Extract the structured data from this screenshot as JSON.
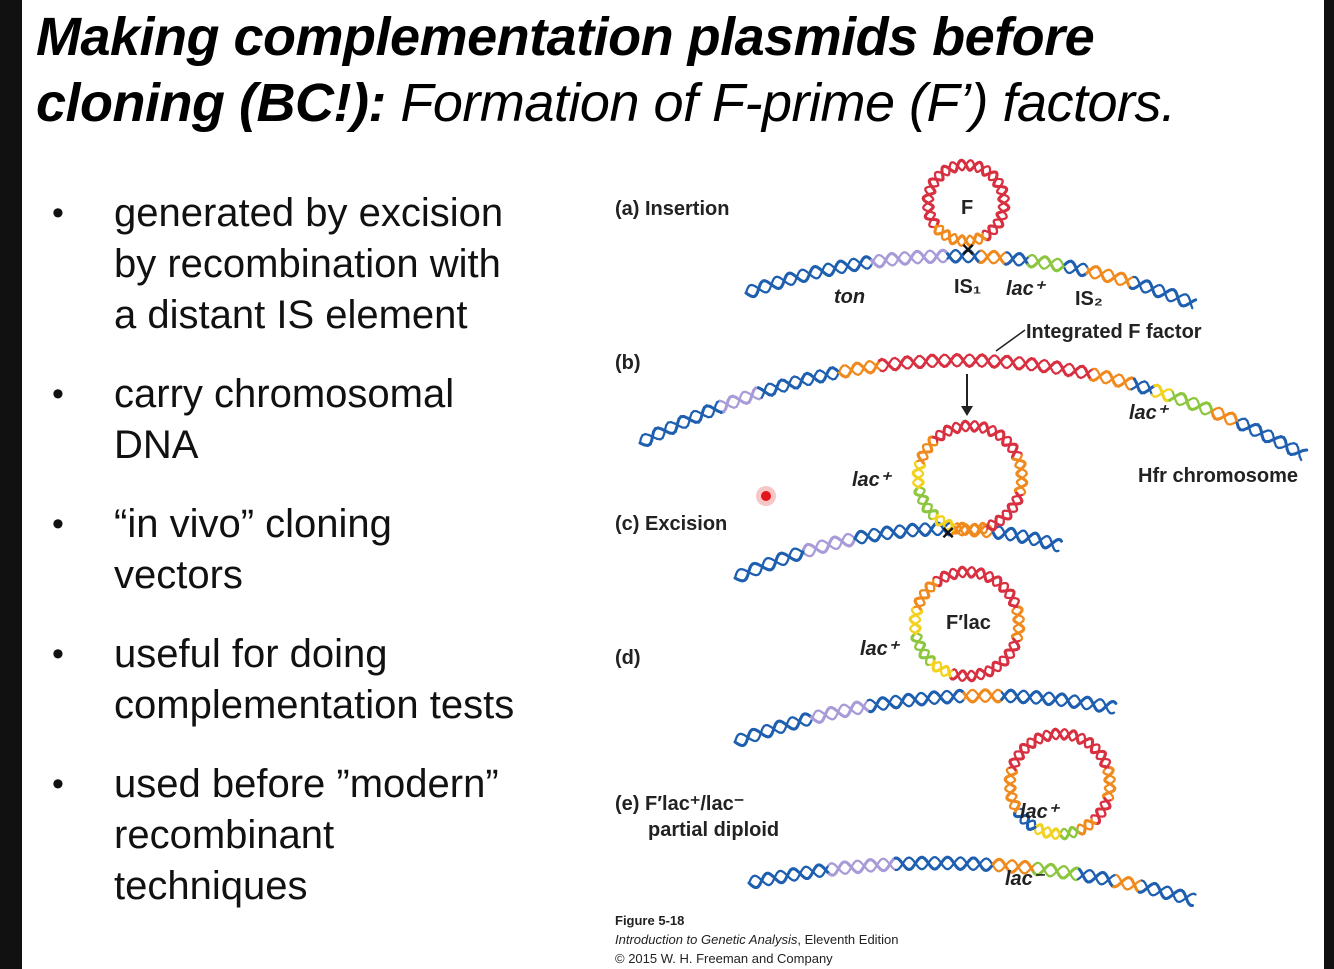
{
  "slide": {
    "title_line1": "Making complementation plasmids before",
    "title_line2_bold": "cloning (BC!):",
    "title_line2_rest": " Formation of F-prime (F’) factors."
  },
  "bullets": [
    {
      "lines": [
        "generated by excision",
        "by recombination with",
        "a distant IS element"
      ]
    },
    {
      "lines": [
        "carry chromosomal",
        "DNA"
      ]
    },
    {
      "lines": [
        "“in vivo” cloning",
        "vectors"
      ]
    },
    {
      "lines": [
        "useful for doing",
        "complementation tests"
      ]
    },
    {
      "lines": [
        "used before ”modern”",
        "recombinant",
        "techniques"
      ]
    }
  ],
  "figure": {
    "panel_a": "(a) Insertion",
    "panel_b": "(b)",
    "panel_c": "(c) Excision",
    "panel_d": "(d)",
    "panel_e_line1": "(e) F′lac⁺/lac⁻",
    "panel_e_line2": "partial diploid",
    "plasmid_f": "F",
    "ton": "ton",
    "is1": "IS₁",
    "is2": "IS₂",
    "lac_plus": "lac⁺",
    "lac_minus": "lac⁻",
    "integrated_f_factor": "Integrated F factor",
    "hfr_chromosome": "Hfr chromosome",
    "f_prime_lac": "F′lac",
    "figure_number": "Figure 5-18",
    "book_title": "Introduction to Genetic Analysis",
    "edition": ", Eleventh Edition",
    "copyright": "© 2015 W. H. Freeman and Company"
  },
  "colors": {
    "dna_blue": "#1e5fb0",
    "dna_purple": "#a99bd8",
    "dna_red": "#d83040",
    "dna_orange": "#f08a1e",
    "dna_green": "#8cc63e",
    "dna_yellow": "#f2d21e",
    "laser_pointer": "#e2141c"
  }
}
